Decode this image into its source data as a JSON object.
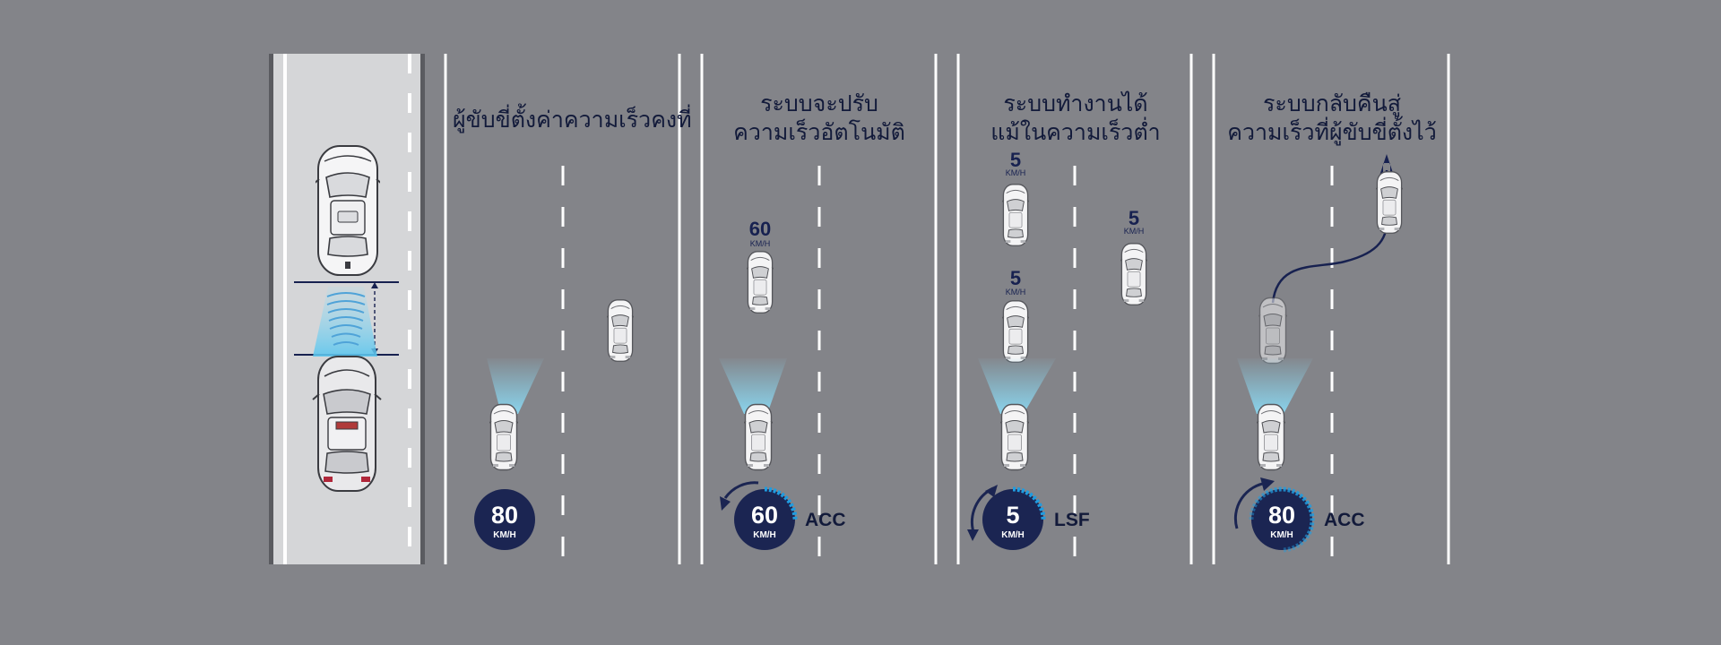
{
  "panels": [
    {
      "title_lines": [
        "ผู้ขับขี่ตั้งค่าความเร็วคงที่"
      ],
      "gauge": {
        "value": "80",
        "unit": "KM/H"
      },
      "mode": ""
    },
    {
      "title_lines": [
        "ระบบจะปรับ",
        "ความเร็วอัตโนมัติ"
      ],
      "gauge": {
        "value": "60",
        "unit": "KM/H"
      },
      "mode": "ACC"
    },
    {
      "title_lines": [
        "ระบบทำงานได้",
        "แม้ในความเร็วต่ำ"
      ],
      "gauge": {
        "value": "5",
        "unit": "KM/H"
      },
      "mode": "LSF"
    },
    {
      "title_lines": [
        "ระบบกลับคืนสู่",
        "ความเร็วที่ผู้ขับขี่ตั้งไว้"
      ],
      "gauge": {
        "value": "80",
        "unit": "KM/H"
      },
      "mode": "ACC"
    }
  ],
  "car_speed_labels": {
    "panel2_front": {
      "value": "60",
      "unit": "KM/H"
    },
    "panel3_top": {
      "value": "5",
      "unit": "KM/H"
    },
    "panel3_middle": {
      "value": "5",
      "unit": "KM/H"
    },
    "panel3_right": {
      "value": "5",
      "unit": "KM/H"
    }
  },
  "colors": {
    "background": "#838489",
    "navy": "#172150",
    "gauge_fill": "#1b2552",
    "accent_blue": "#1f9ce0",
    "sensor_beam": "#7fd4f0",
    "lane_white": "#ffffff",
    "detail_road": "#d5d6d8"
  }
}
